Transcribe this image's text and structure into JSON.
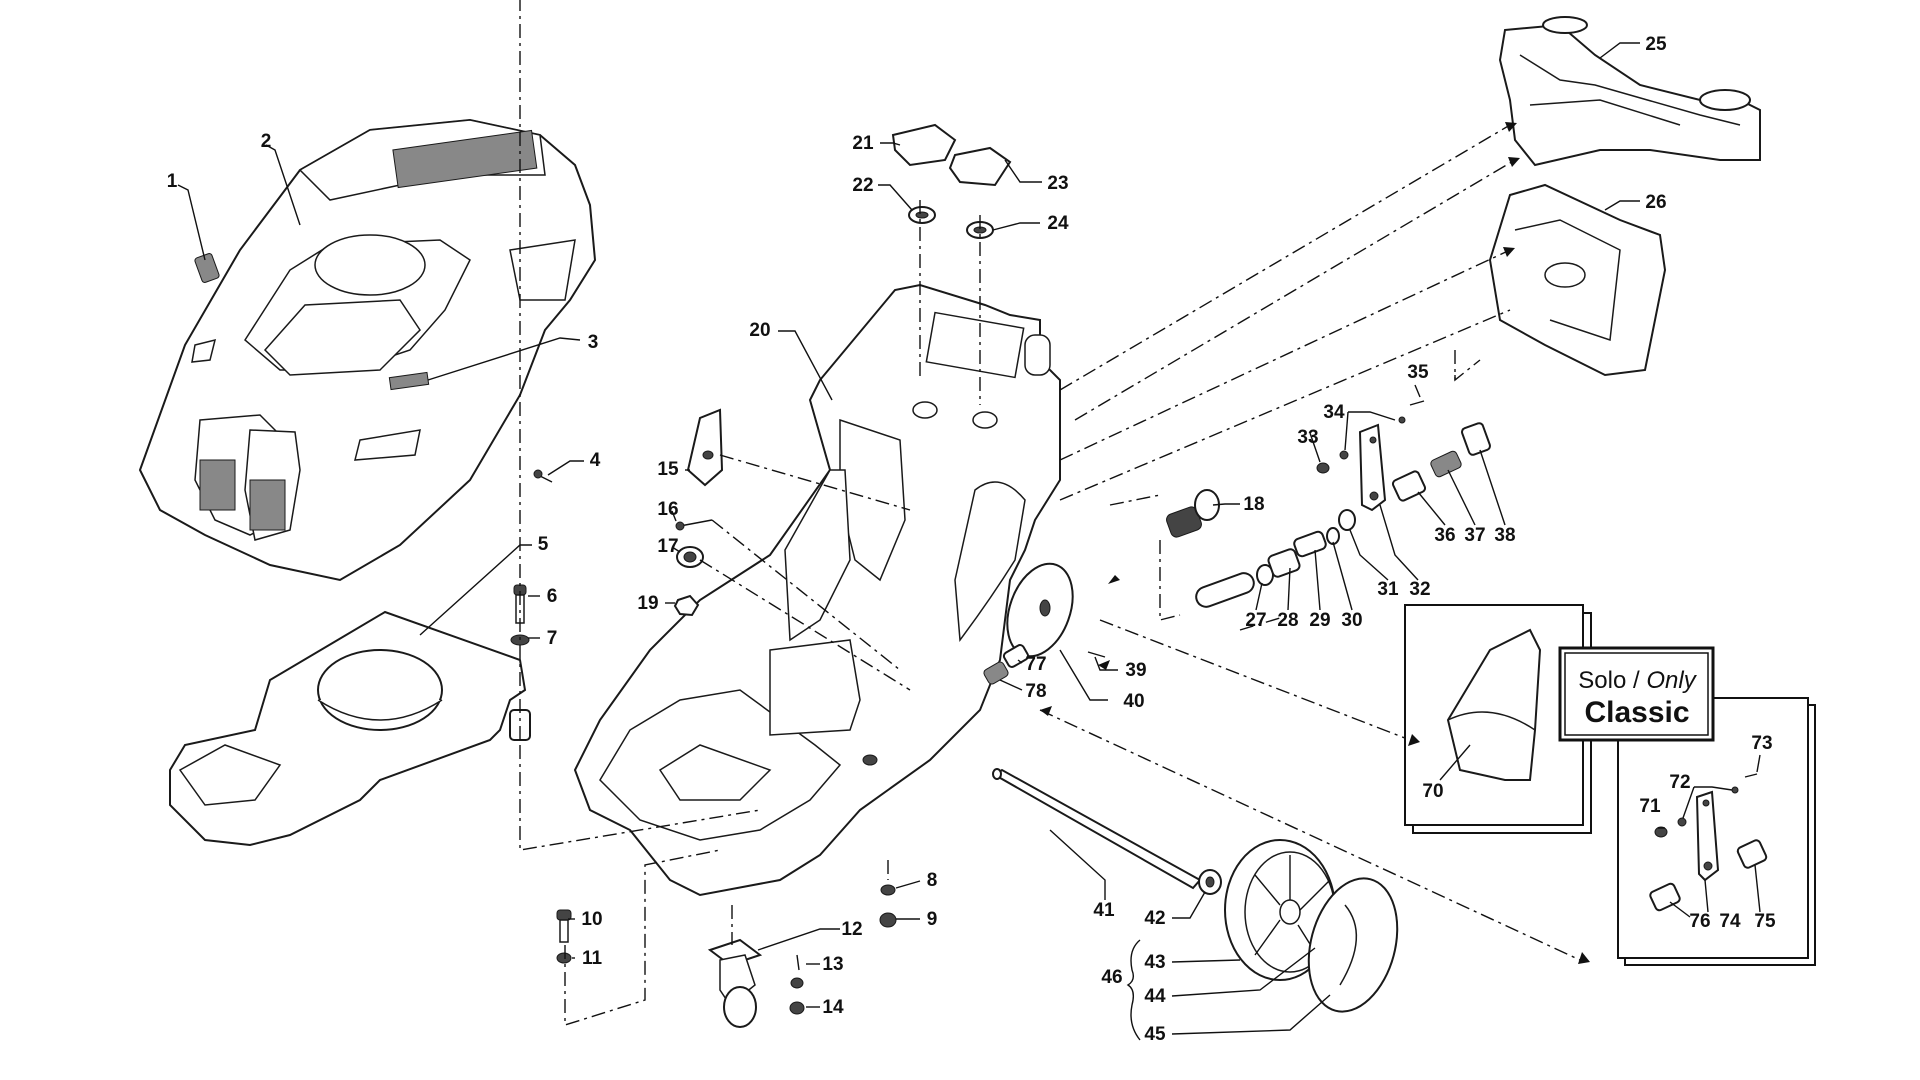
{
  "callouts": [
    {
      "id": "c1",
      "label": "1"
    },
    {
      "id": "c2",
      "label": "2"
    },
    {
      "id": "c3",
      "label": "3"
    },
    {
      "id": "c4",
      "label": "4"
    },
    {
      "id": "c5",
      "label": "5"
    },
    {
      "id": "c6",
      "label": "6"
    },
    {
      "id": "c7",
      "label": "7"
    },
    {
      "id": "c8",
      "label": "8"
    },
    {
      "id": "c9",
      "label": "9"
    },
    {
      "id": "c10",
      "label": "10"
    },
    {
      "id": "c11",
      "label": "11"
    },
    {
      "id": "c12",
      "label": "12"
    },
    {
      "id": "c13",
      "label": "13"
    },
    {
      "id": "c14",
      "label": "14"
    },
    {
      "id": "c15",
      "label": "15"
    },
    {
      "id": "c16",
      "label": "16"
    },
    {
      "id": "c17",
      "label": "17"
    },
    {
      "id": "c18",
      "label": "18"
    },
    {
      "id": "c19",
      "label": "19"
    },
    {
      "id": "c20",
      "label": "20"
    },
    {
      "id": "c21",
      "label": "21"
    },
    {
      "id": "c22",
      "label": "22"
    },
    {
      "id": "c23",
      "label": "23"
    },
    {
      "id": "c24",
      "label": "24"
    },
    {
      "id": "c25",
      "label": "25"
    },
    {
      "id": "c26",
      "label": "26"
    },
    {
      "id": "c27",
      "label": "27"
    },
    {
      "id": "c28",
      "label": "28"
    },
    {
      "id": "c29",
      "label": "29"
    },
    {
      "id": "c30",
      "label": "30"
    },
    {
      "id": "c31",
      "label": "31"
    },
    {
      "id": "c32",
      "label": "32"
    },
    {
      "id": "c33",
      "label": "33"
    },
    {
      "id": "c34",
      "label": "34"
    },
    {
      "id": "c35",
      "label": "35"
    },
    {
      "id": "c36",
      "label": "36"
    },
    {
      "id": "c37",
      "label": "37"
    },
    {
      "id": "c38",
      "label": "38"
    },
    {
      "id": "c39",
      "label": "39"
    },
    {
      "id": "c40",
      "label": "40"
    },
    {
      "id": "c41",
      "label": "41"
    },
    {
      "id": "c42",
      "label": "42"
    },
    {
      "id": "c43",
      "label": "43"
    },
    {
      "id": "c44",
      "label": "44"
    },
    {
      "id": "c45",
      "label": "45"
    },
    {
      "id": "c46",
      "label": "46"
    },
    {
      "id": "c70",
      "label": "70"
    },
    {
      "id": "c71",
      "label": "71"
    },
    {
      "id": "c72",
      "label": "72"
    },
    {
      "id": "c73",
      "label": "73"
    },
    {
      "id": "c74",
      "label": "74"
    },
    {
      "id": "c75",
      "label": "75"
    },
    {
      "id": "c76",
      "label": "76"
    },
    {
      "id": "c77",
      "label": "77"
    },
    {
      "id": "c78",
      "label": "78"
    }
  ],
  "variant_box": {
    "line1_regular": "Solo / ",
    "line1_italic": "Only",
    "line2": "Classic"
  }
}
